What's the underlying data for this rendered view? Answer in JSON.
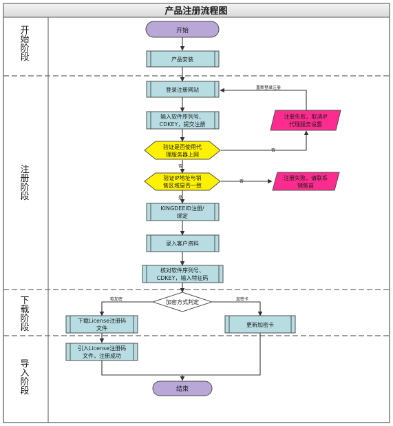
{
  "title": "产品注册流程图",
  "phases": {
    "start": [
      "开",
      "始",
      "阶",
      "段"
    ],
    "register": [
      "注",
      "册",
      "阶",
      "段"
    ],
    "download": [
      "下",
      "载",
      "阶",
      "段"
    ],
    "import": [
      "导",
      "入",
      "阶",
      "段"
    ]
  },
  "nodes": {
    "start": "开始",
    "install": "产品安装",
    "login": "登录注册网站",
    "input_serial": [
      "输入软件序列号、",
      "CDKEY，提交注册"
    ],
    "verify_proxy": [
      "验证是否使用代",
      "理服务器上网"
    ],
    "fail_proxy": [
      "注册失败，取消IP",
      "代理服务设置"
    ],
    "verify_ip": [
      "验证IP地址与销",
      "售区域是否一致"
    ],
    "fail_ip": [
      "注册失败，请联系",
      "销售商"
    ],
    "kingdee_bind": [
      "KINGDEEID注册/",
      "绑定"
    ],
    "customer_info": "录入客户资料",
    "check_serial": [
      "核对软件序列号、",
      "CDKEY，输入特征码"
    ],
    "encrypt": "加密方式判定",
    "download_license": [
      "下载License注册码",
      "文件"
    ],
    "update_card": "更新加密卡",
    "import_license": [
      "引入License注册码",
      "文件，注册成功"
    ],
    "end": "结束"
  },
  "edge_labels": {
    "relogin": "重新登录注册",
    "no_proxy": "否",
    "no_ip": "否",
    "yes_proxy": "否",
    "yes_ip": "是",
    "soft": "软加密",
    "card": "加密卡"
  },
  "colors": {
    "purple": "#b9a7d8",
    "teal": "#b7dde3",
    "yellow": "#fff200",
    "magenta": "#ff2c8f",
    "gray_band": "#e6e6e6",
    "line": "#333333"
  }
}
